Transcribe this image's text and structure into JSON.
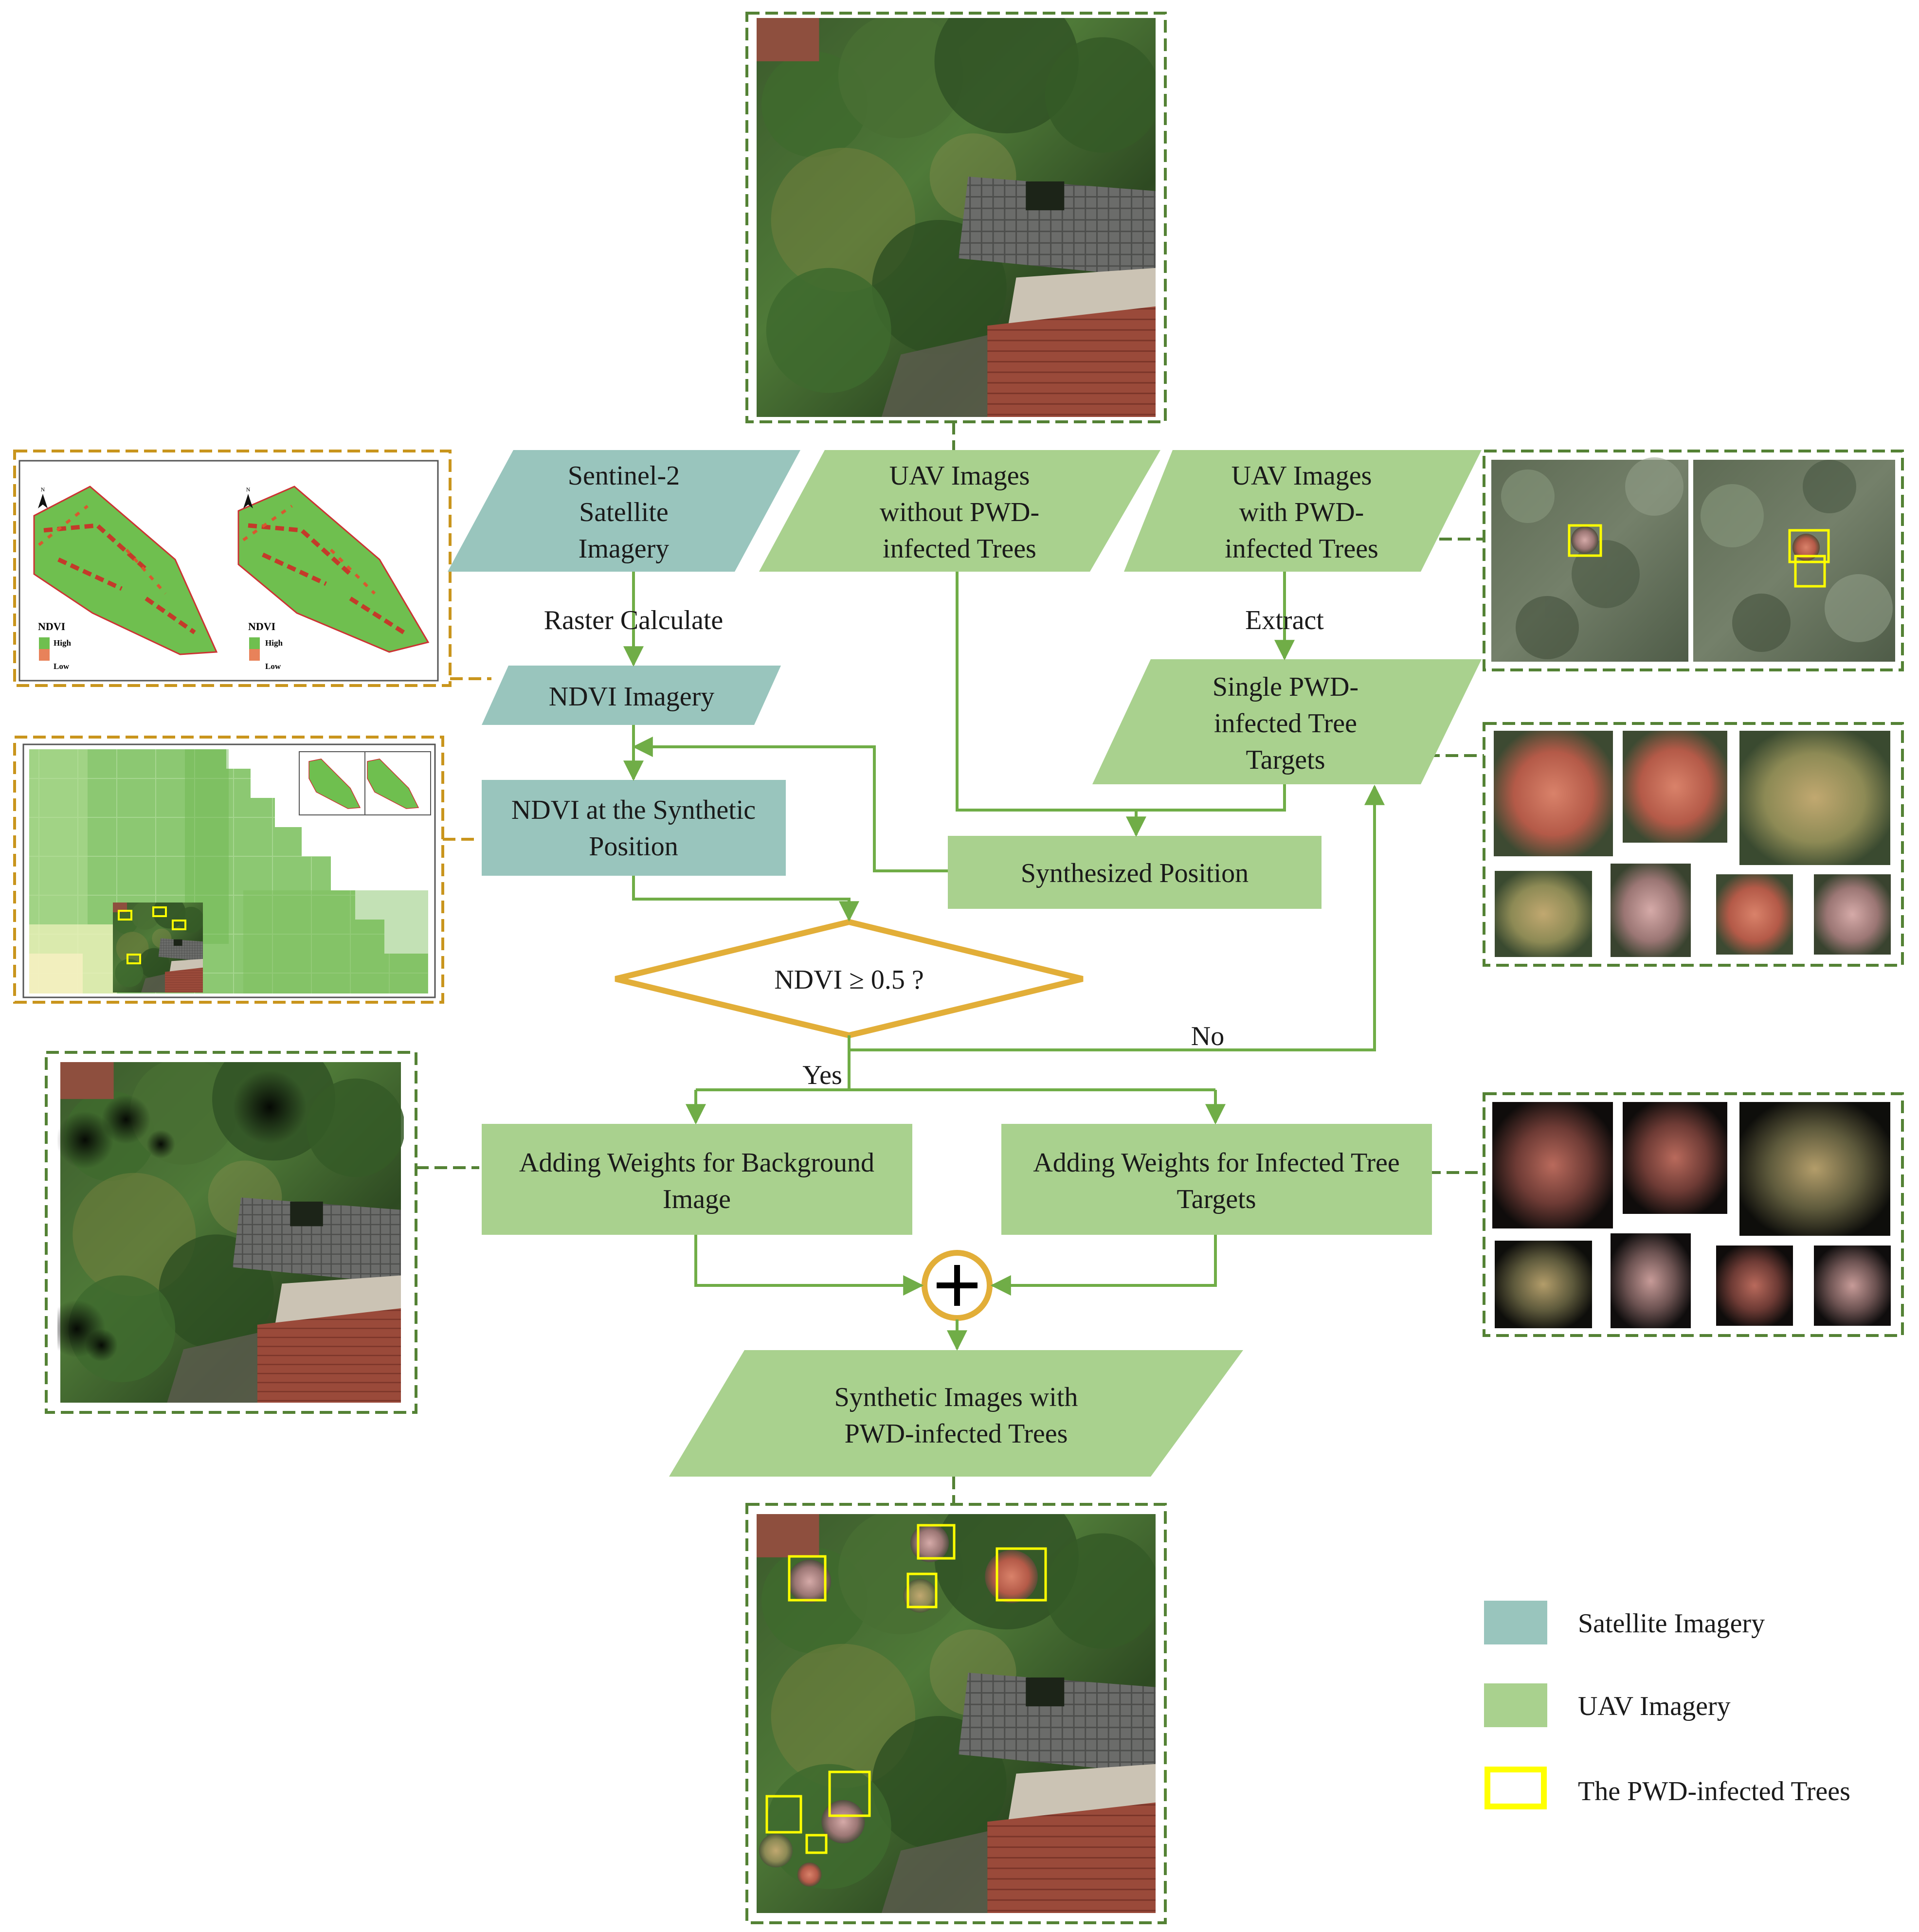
{
  "nodes": {
    "sentinel": [
      "Sentinel-2",
      "Satellite",
      "Imagery"
    ],
    "uav_without": [
      "UAV Images",
      "without PWD-",
      "infected Trees"
    ],
    "uav_with": [
      "UAV Images",
      "with PWD-",
      "infected Trees"
    ],
    "ndvi_imagery": "NDVI Imagery",
    "single_targets": [
      "Single PWD-",
      "infected Tree",
      "Targets"
    ],
    "ndvi_synthetic": [
      "NDVI at the Synthetic",
      "Position"
    ],
    "synth_position": "Synthesized Position",
    "decision": "NDVI ≥ 0.5 ?",
    "weights_background": [
      "Adding Weights for Background",
      "Image"
    ],
    "weights_infected": [
      "Adding Weights for Infected Tree",
      "Targets"
    ],
    "synthetic_output": [
      "Synthetic Images with",
      "PWD-infected Trees"
    ]
  },
  "edges": {
    "raster": "Raster Calculate",
    "extract": "Extract",
    "yes": "Yes",
    "no": "No"
  },
  "ndvi_map": {
    "title": "NDVI",
    "high": "High",
    "low": "Low",
    "north": "N"
  },
  "legend": {
    "items": [
      {
        "label": "Satellite Imagery",
        "color": "#99c5bd"
      },
      {
        "label": "UAV Imagery",
        "color": "#a9d18e"
      },
      {
        "label": "The PWD-infected Trees",
        "color": "#ffff00"
      }
    ]
  },
  "colors": {
    "satellite": "#99c5bd",
    "uav": "#a9d18e",
    "arrow": "#70ad47",
    "decision": "#e2ae38",
    "box_yellow": "#ffff00",
    "frame_green": "#548235",
    "frame_gold": "#c9951d"
  },
  "icons": [
    "plus-circle-icon",
    "north-arrow-icon"
  ]
}
